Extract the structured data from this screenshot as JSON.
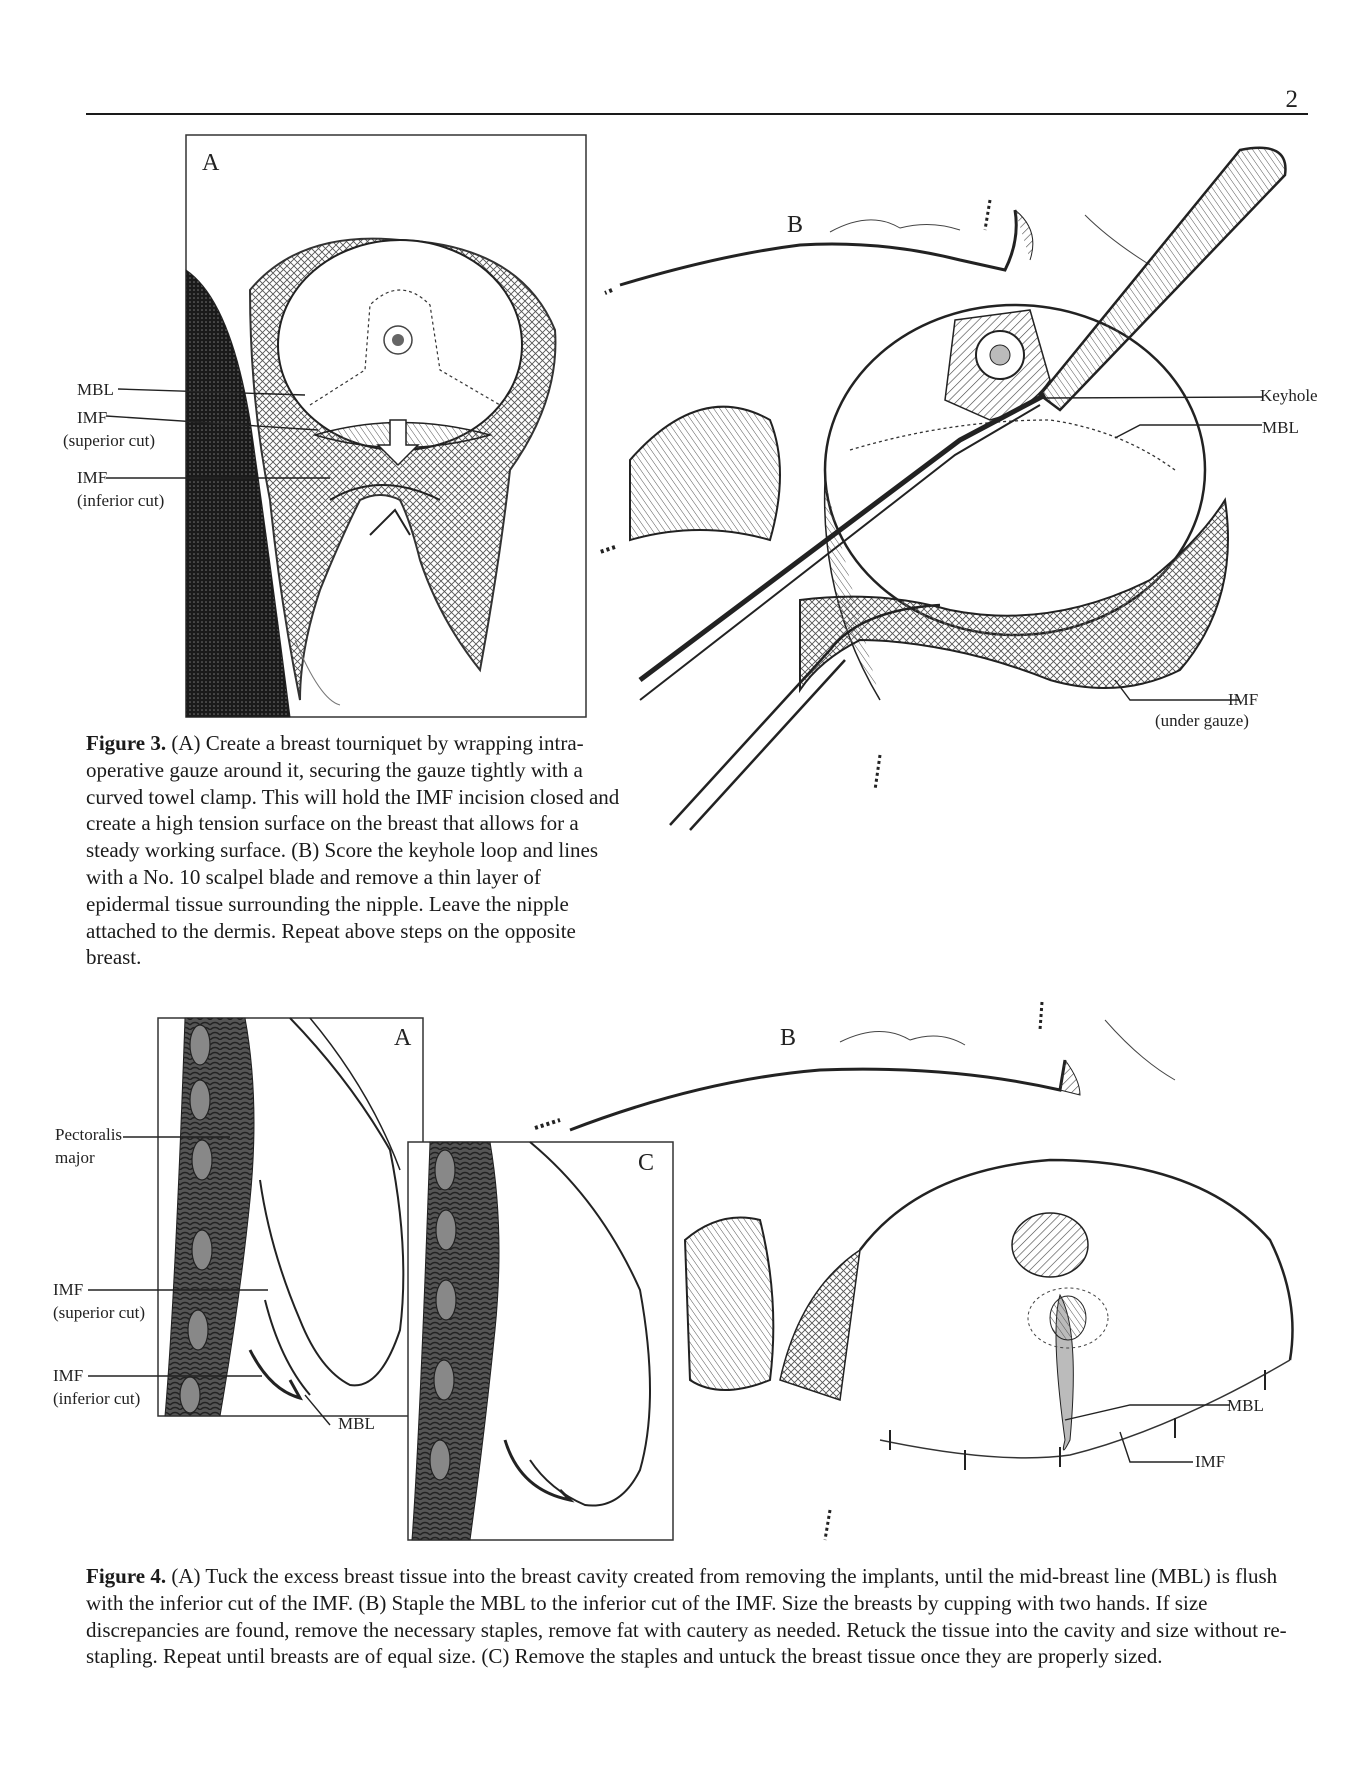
{
  "page": {
    "number": "2"
  },
  "figure3": {
    "panel_a": {
      "letter": "A",
      "labels": [
        "MBL",
        "IMF",
        "(superior cut)",
        "IMF",
        "(inferior cut)"
      ]
    },
    "panel_b": {
      "letter": "B",
      "labels": [
        "Keyhole",
        "MBL",
        "IMF",
        "(under gauze)"
      ]
    },
    "caption_label": "Figure 3.",
    "caption_text": " (A) Create a breast tourniquet by wrapping intra-operative gauze around it, securing the gauze tightly with a curved towel clamp. This will hold the IMF incision closed and create a high tension surface on the breast that allows for a steady working surface. (B) Score the keyhole loop and lines with a No. 10 scalpel blade and remove a thin layer of epidermal tissue surrounding the nipple. Leave the nipple attached to the dermis. Repeat above steps on the opposite breast."
  },
  "figure4": {
    "panel_a": {
      "letter": "A",
      "labels": [
        "Pectoralis",
        "major",
        "IMF",
        "(superior cut)",
        "IMF",
        "(inferior cut)",
        "MBL"
      ]
    },
    "panel_b": {
      "letter": "B",
      "labels": [
        "MBL",
        "IMF"
      ]
    },
    "panel_c": {
      "letter": "C"
    },
    "caption_label": "Figure 4.",
    "caption_text": " (A) Tuck the excess breast tissue into the breast cavity created from removing the implants, until the mid-breast line (MBL) is flush with the inferior cut of the IMF. (B) Staple the MBL to the inferior cut of the IMF. Size the breasts by cupping with two hands. If size discrepancies are found, remove the necessary staples, remove fat with cautery as needed. Retuck the tissue into the cavity and size without re-stapling. Repeat until breasts are of equal size. (C) Remove the staples and untuck the breast tissue once they are properly sized."
  }
}
